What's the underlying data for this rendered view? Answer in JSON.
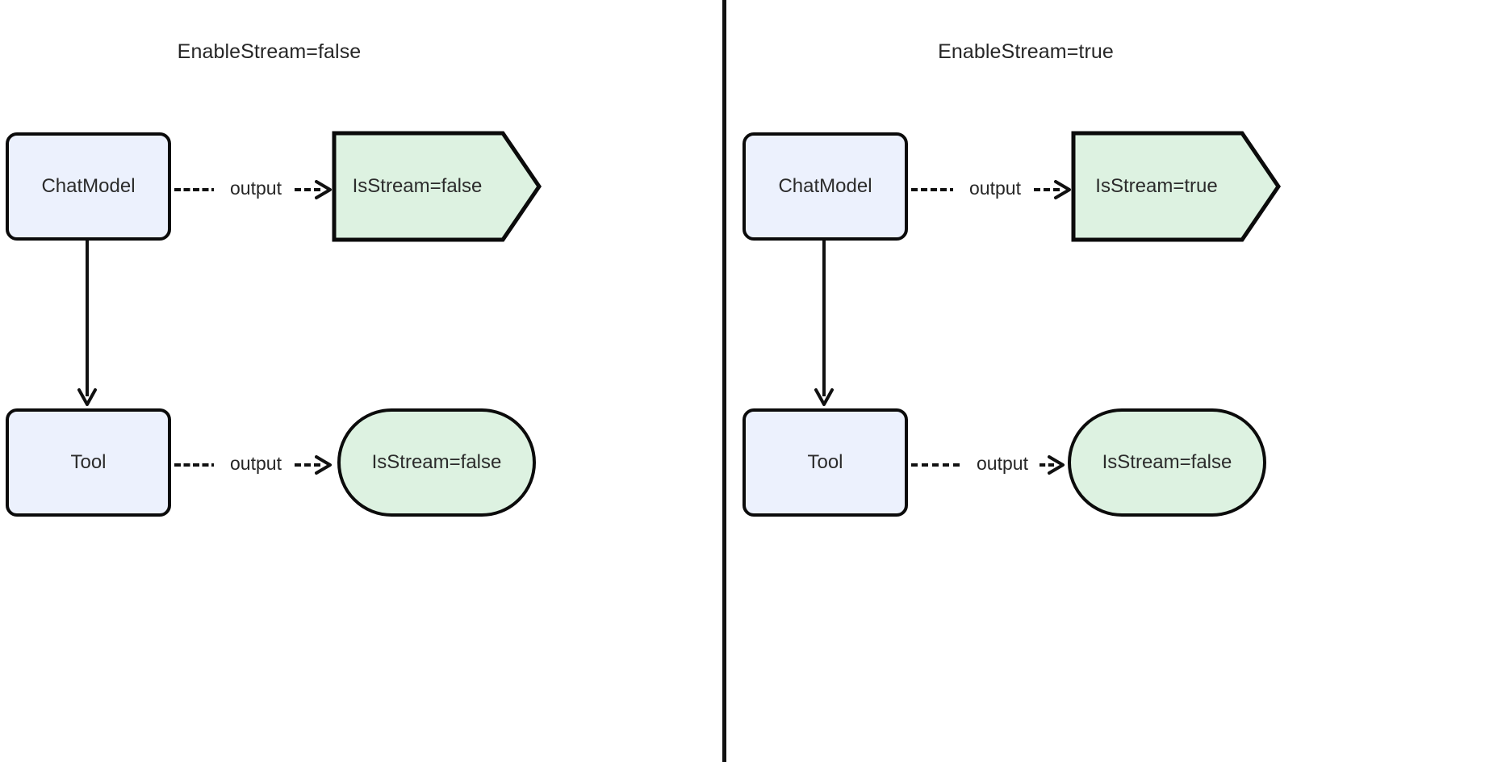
{
  "diagram": {
    "type": "flowchart",
    "title": "",
    "background": "#ffffff",
    "divider_color": "#111111",
    "colors": {
      "process_fill": "#ecf1fd",
      "process_stroke": "#0b0b0b",
      "result_fill": "#ddf2e1",
      "result_stroke": "#0b0b0b",
      "edge_stroke": "#111111",
      "text": "#262626"
    }
  },
  "panels": [
    {
      "id": "left",
      "title": "EnableStream=false",
      "nodes": [
        {
          "id": "left-chatmodel",
          "label": "ChatModel",
          "shape": "rounded-rect"
        },
        {
          "id": "left-top-result",
          "label": "IsStream=false",
          "shape": "pentagon"
        },
        {
          "id": "left-tool",
          "label": "Tool",
          "shape": "rounded-rect"
        },
        {
          "id": "left-bot-result",
          "label": "IsStream=false",
          "shape": "stadium"
        }
      ],
      "edges": [
        {
          "id": "left-edge-top",
          "from": "left-chatmodel",
          "to": "left-top-result",
          "label": "output",
          "style": "dashed",
          "arrow": "open"
        },
        {
          "id": "left-edge-down",
          "from": "left-chatmodel",
          "to": "left-tool",
          "label": "",
          "style": "solid",
          "arrow": "open"
        },
        {
          "id": "left-edge-bot",
          "from": "left-tool",
          "to": "left-bot-result",
          "label": "output",
          "style": "dashed",
          "arrow": "open"
        }
      ]
    },
    {
      "id": "right",
      "title": "EnableStream=true",
      "nodes": [
        {
          "id": "right-chatmodel",
          "label": "ChatModel",
          "shape": "rounded-rect"
        },
        {
          "id": "right-top-result",
          "label": "IsStream=true",
          "shape": "pentagon"
        },
        {
          "id": "right-tool",
          "label": "Tool",
          "shape": "rounded-rect"
        },
        {
          "id": "right-bot-result",
          "label": "IsStream=false",
          "shape": "stadium"
        }
      ],
      "edges": [
        {
          "id": "right-edge-top",
          "from": "right-chatmodel",
          "to": "right-top-result",
          "label": "output",
          "style": "dashed",
          "arrow": "open"
        },
        {
          "id": "right-edge-down",
          "from": "right-chatmodel",
          "to": "right-tool",
          "label": "",
          "style": "solid",
          "arrow": "open"
        },
        {
          "id": "right-edge-bot",
          "from": "right-tool",
          "to": "right-bot-result",
          "label": "output",
          "style": "dashed",
          "arrow": "open"
        }
      ]
    }
  ]
}
